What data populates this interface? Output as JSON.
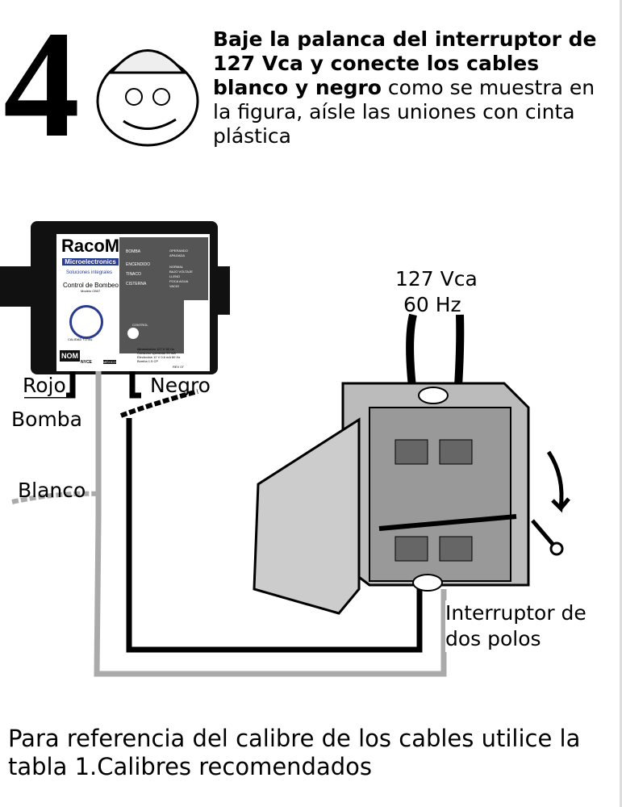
{
  "step_number": "4",
  "instruction": {
    "bold": "Baje la palanca del interruptor de 127 Vca y conecte los cables blanco y negro",
    "normal": " como se muestra en la figura, aísle las uniones con cinta plástica"
  },
  "labels": {
    "rojo": "Rojo",
    "bomba": "Bomba",
    "negro": "Negro",
    "blanco": "Blanco",
    "voltage": "127 Vca",
    "frequency": "60 Hz",
    "switch": "Interruptor de dos polos"
  },
  "device": {
    "brand": "RacoM",
    "sub_brand": "Microelectronics",
    "tagline": "Soluciones integrales",
    "product": "Control de Bombeo",
    "model": "Modelo CB07",
    "leds": [
      "BOMBA",
      "ENCENDIDO",
      "TINACO",
      "CISTERNA"
    ],
    "legend": [
      "OPERANDO",
      "APAGADA",
      "NORMAL",
      "BAJO VOLTAJE",
      "LLENO",
      "POCA AGUA",
      "VACIO"
    ],
    "control": "CONTROL",
    "quality": "CALIDAD TOTAL",
    "certs": [
      "NOM",
      "NYCE",
      "MÉXICO"
    ],
    "specs": [
      "Alimentación   127 V  60 Hz",
      "Consumo operando   20 mA",
      "Electrodos   12 V 0.6 mA  60 Hz",
      "Bomba   1.5 CP"
    ],
    "rev": "REV 07"
  },
  "footer": "Para referencia del calibre de los cables utilice la tabla 1.Calibres recomendados"
}
